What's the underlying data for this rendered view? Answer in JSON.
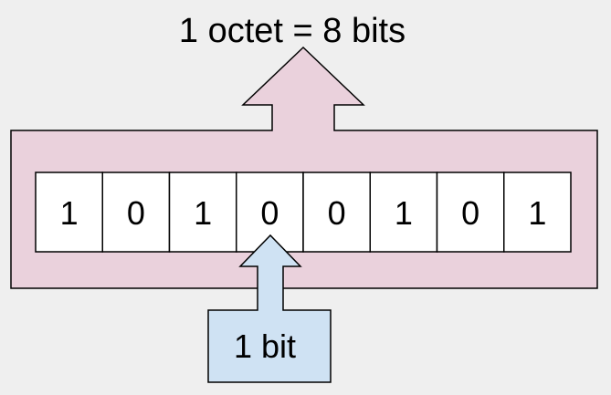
{
  "title": "1 octet = 8 bits",
  "bits": [
    "1",
    "0",
    "1",
    "0",
    "0",
    "1",
    "0",
    "1"
  ],
  "bit_label": "1 bit",
  "colors": {
    "background": "#efefef",
    "octet_fill": "#ead1dc",
    "bit_fill": "#cfe2f3",
    "cell_fill": "#ffffff",
    "stroke": "#000000"
  }
}
